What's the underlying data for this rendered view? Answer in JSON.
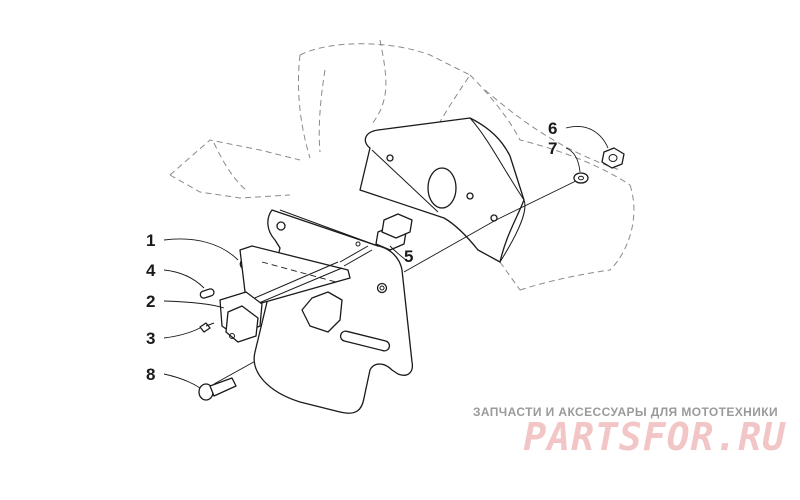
{
  "callouts": [
    "1",
    "2",
    "3",
    "4",
    "5",
    "6",
    "7",
    "8"
  ],
  "watermark": {
    "tagline": "ЗАПЧАСТИ И АКСЕССУАРЫ ДЛЯ МОТОТЕХНИКИ",
    "logo": "PARTSFOR.RU"
  }
}
